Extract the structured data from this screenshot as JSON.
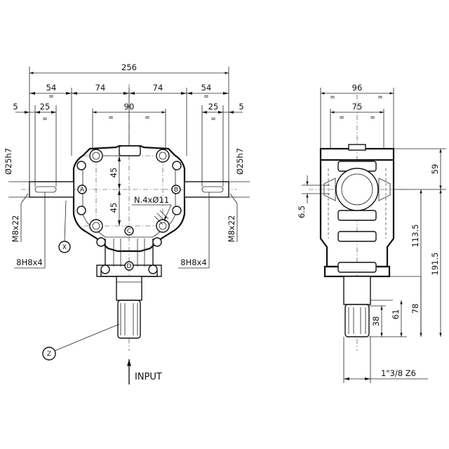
{
  "dimensions": {
    "overall_width": "256",
    "flange_left": "54",
    "half_left": "74",
    "half_right": "74",
    "flange_right": "54",
    "bolt_span": "90",
    "shaft_offset_left": "5",
    "key_left": "25",
    "key_right": "25",
    "shaft_offset_right": "5",
    "bolt_upper": "45",
    "bolt_lower": "45",
    "bolt_holes": "N.4xØ11",
    "shaft_dia_left": "Ø25h7",
    "shaft_dia_right": "Ø25h7",
    "thread_left": "M8x22",
    "thread_right": "M8x22",
    "spline_left": "8H8x4",
    "spline_right": "8H8x4",
    "side_width": "96",
    "side_bolt": "75",
    "side_height_top": "59",
    "side_height_mid": "113.5",
    "side_height_total": "191.5",
    "side_offset": "6.5",
    "input_len": "78",
    "input_61": "61",
    "input_38": "38",
    "input_spline": "1\"3/8  Z6"
  },
  "labels": {
    "point_a": "A",
    "point_b": "B",
    "point_c": "C",
    "point_d": "D",
    "callout_x": "X",
    "callout_z": "Z",
    "input": "INPUT",
    "equal_mark": "="
  }
}
